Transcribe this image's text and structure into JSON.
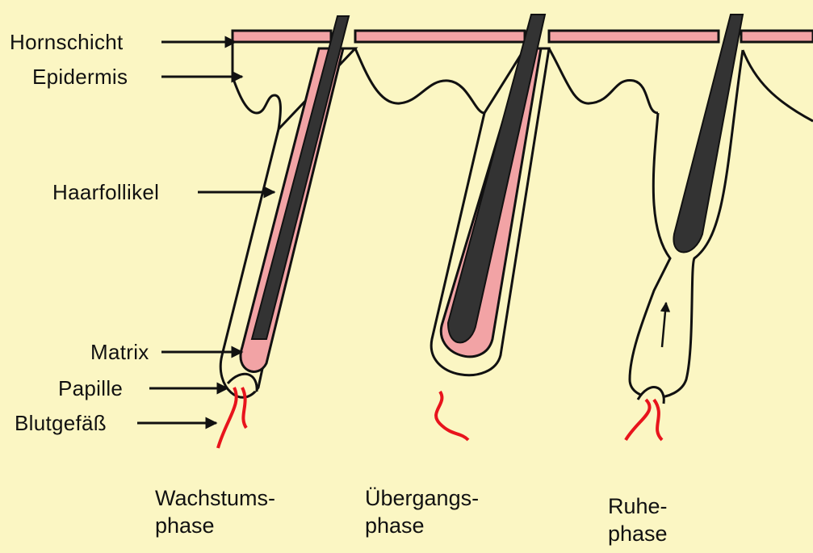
{
  "colors": {
    "background": "#fbf6c3",
    "skin_pink": "#f2a3a5",
    "hair": "#333333",
    "outline": "#111111",
    "blood_vessel": "#e8141c"
  },
  "labels": {
    "hornschicht": "Hornschicht",
    "epidermis": "Epidermis",
    "haarfollikel": "Haarfollikel",
    "matrix": "Matrix",
    "papille": "Papille",
    "blutgefaess": "Blutgefäß"
  },
  "phases": [
    {
      "line1": "Wachstums-",
      "line2": "phase"
    },
    {
      "line1": "Übergangs-",
      "line2": "phase"
    },
    {
      "line1": "Ruhe-",
      "line2": "phase"
    }
  ]
}
